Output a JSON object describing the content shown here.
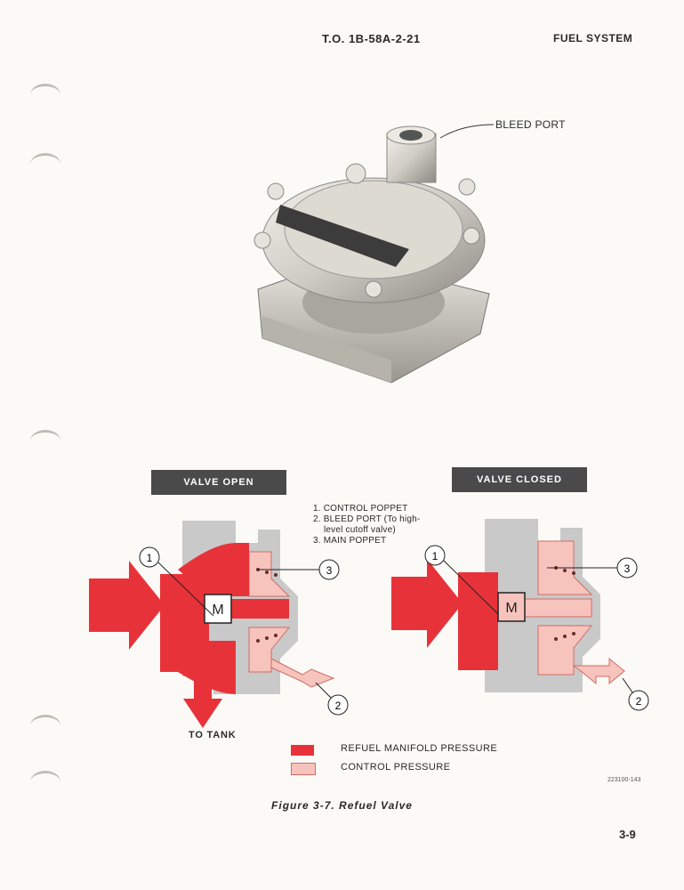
{
  "header": {
    "to_number": "T.O. 1B-58A-2-21",
    "section": "FUEL SYSTEM"
  },
  "photo": {
    "bleed_port_label": "BLEED PORT"
  },
  "diagrams": {
    "open_title": "VALVE OPEN",
    "closed_title": "VALVE CLOSED",
    "to_tank_label": "TO TANK",
    "callouts": [
      "1",
      "2",
      "3"
    ]
  },
  "key_list": [
    {
      "line1": "1. CONTROL POPPET"
    },
    {
      "line1": "2. BLEED PORT (To high-",
      "line2": "level cutoff valve)"
    },
    {
      "line1": "3. MAIN POPPET"
    }
  ],
  "legend": [
    {
      "label": "REFUEL MANIFOLD PRESSURE",
      "color": "#e8323a"
    },
    {
      "label": "CONTROL PRESSURE",
      "color": "#f6c4bd"
    }
  ],
  "drawing_number": "223100-143",
  "caption": "Figure 3-7. Refuel Valve",
  "page_number": "3-9",
  "colors": {
    "manifold": "#e8323a",
    "control": "#f6c4bd",
    "body": "#c9c9c9"
  }
}
